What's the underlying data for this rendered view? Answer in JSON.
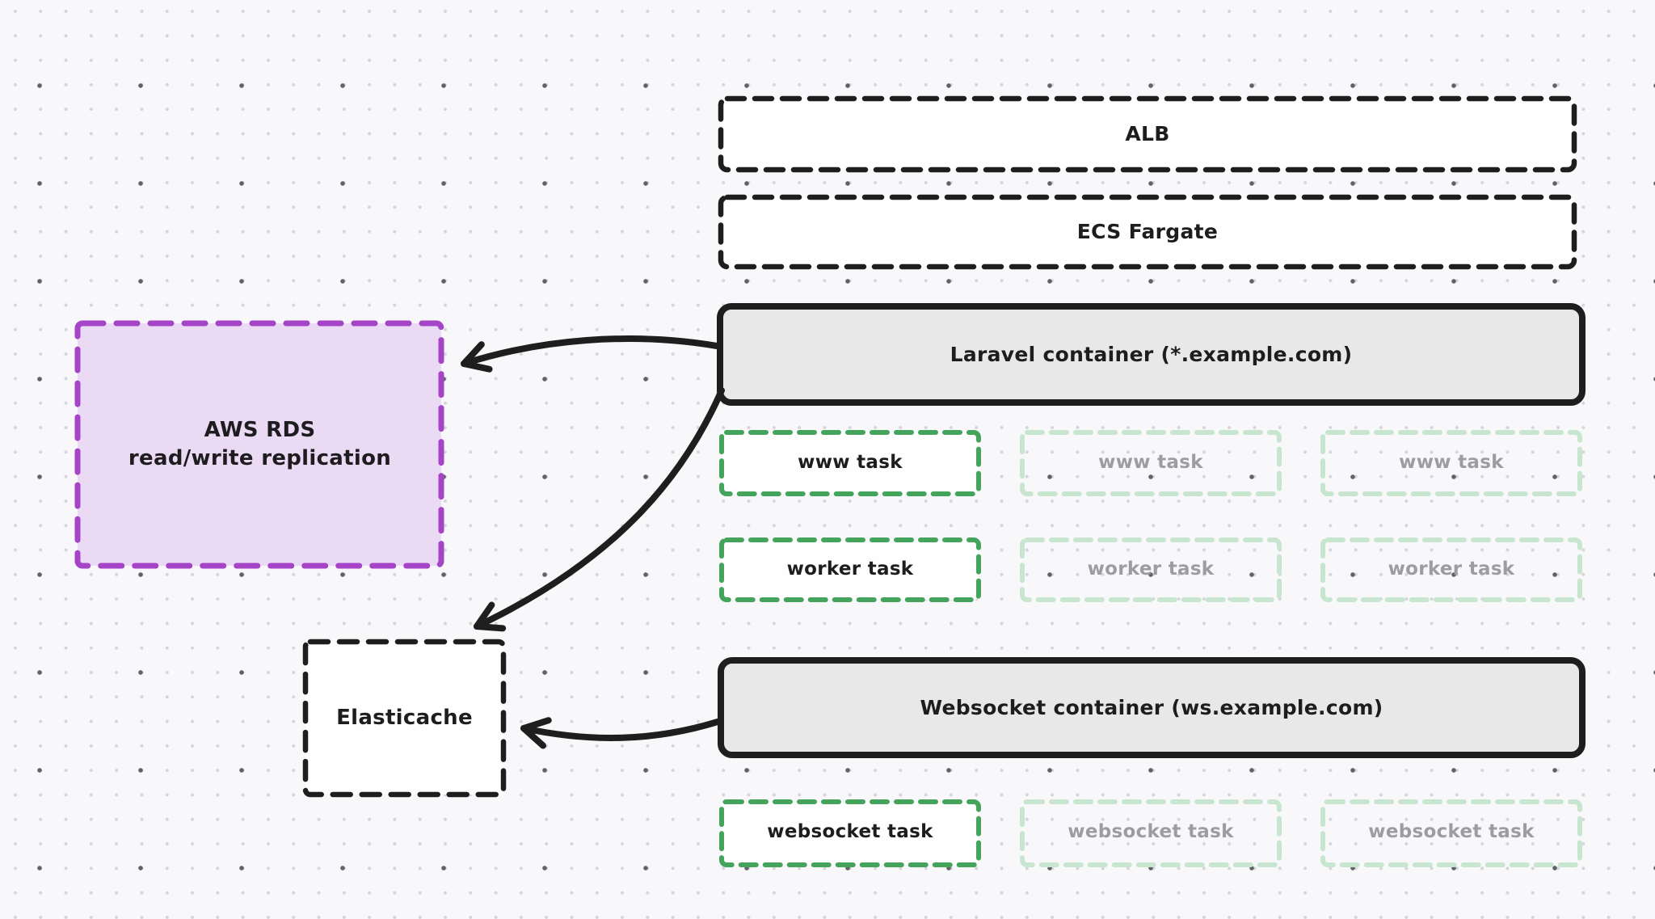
{
  "diagram": {
    "colors": {
      "background": "#f8f8fa",
      "stroke_dark": "#1e1e1e",
      "container_fill": "#e8e8e8",
      "box_fill_white": "#fefefe",
      "green": "#44a45c",
      "green_faded": "#c8e6cf",
      "purple": "#a644c8",
      "purple_fill": "#ebdaf4",
      "text_dark": "#1d1d20",
      "text_faded": "#9c9ca1"
    },
    "nodes": {
      "alb": {
        "label": "ALB"
      },
      "ecs_fargate": {
        "label": "ECS Fargate"
      },
      "laravel_container": {
        "label": "Laravel container (*.example.com)"
      },
      "aws_rds": {
        "label": "AWS RDS\nread/write replication"
      },
      "elasticache": {
        "label": "Elasticache"
      },
      "websocket_container": {
        "label": "Websocket container (ws.example.com)"
      },
      "www_tasks": [
        {
          "label": "www task",
          "state": "active"
        },
        {
          "label": "www task",
          "state": "faded"
        },
        {
          "label": "www task",
          "state": "faded"
        }
      ],
      "worker_tasks": [
        {
          "label": "worker task",
          "state": "active"
        },
        {
          "label": "worker task",
          "state": "faded"
        },
        {
          "label": "worker task",
          "state": "faded"
        }
      ],
      "websocket_tasks": [
        {
          "label": "websocket task",
          "state": "active"
        },
        {
          "label": "websocket task",
          "state": "faded"
        },
        {
          "label": "websocket task",
          "state": "faded"
        }
      ]
    },
    "edges": [
      {
        "from": "laravel_container",
        "to": "aws_rds"
      },
      {
        "from": "laravel_container",
        "to": "elasticache"
      },
      {
        "from": "websocket_container",
        "to": "elasticache"
      }
    ]
  }
}
